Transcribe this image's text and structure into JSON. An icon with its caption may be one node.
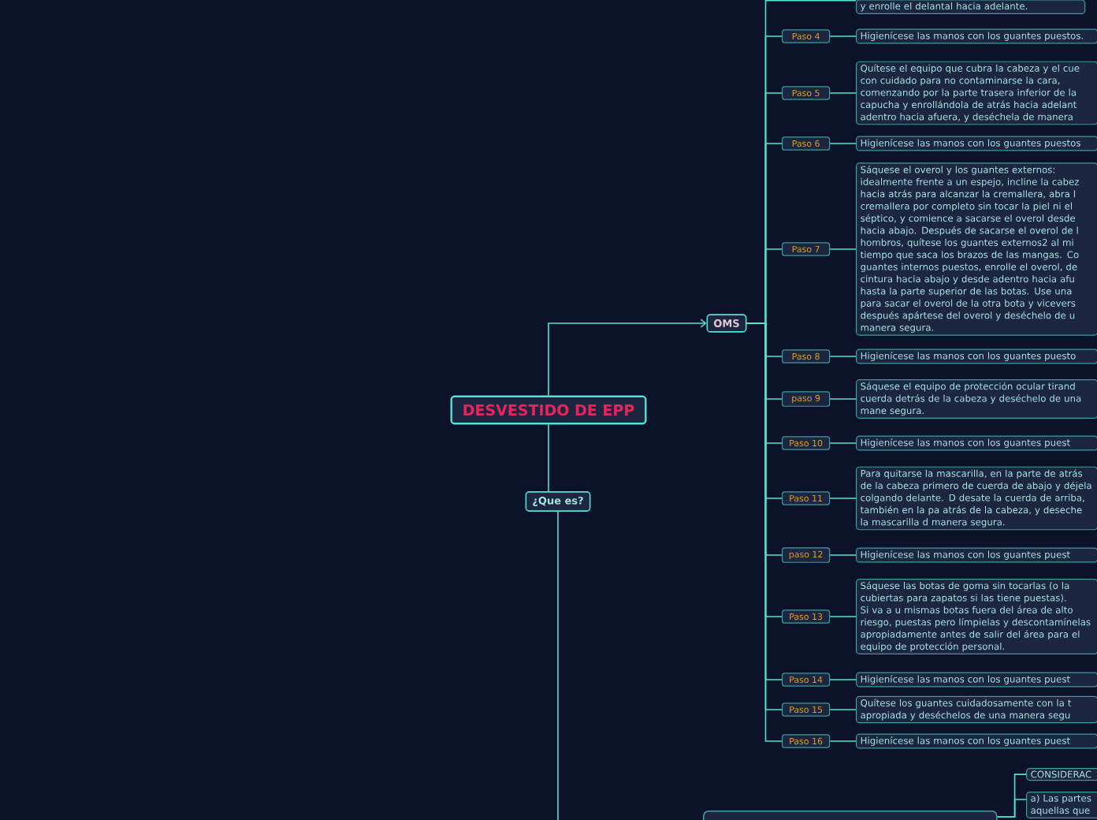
{
  "diagram": {
    "nodes": [
      {
        "text": [
          "DESVESTIDO DE EPP"
        ]
      },
      {
        "text": [
          "OMS"
        ]
      },
      {
        "text": [
          "¿Que es?"
        ]
      },
      {
        "text": [
          "y enrolle el delantal hacia adelante."
        ]
      },
      {
        "text": [
          "Paso 4"
        ]
      },
      {
        "text": [
          "Higienícese las manos con los guantes puestos."
        ]
      },
      {
        "text": [
          "Paso 5"
        ]
      },
      {
        "text": [
          "Quítese el equipo que cubra la cabeza y el cue con cuidado para no contaminarse la cara, comenzando por la parte trasera inferior de la capucha y enrollándola de atrás hacia adelant adentro hacia afuera, y deséchela de manera"
        ]
      },
      {
        "text": [
          "Paso 6"
        ]
      },
      {
        "text": [
          "Higienícese las manos con los guantes puestos"
        ]
      },
      {
        "text": [
          "Paso 7"
        ]
      },
      {
        "text": [
          "Sáquese el overol y los guantes externos: idealmente frente a un espejo, incline la cabez hacia atrás para alcanzar la cremallera, abra l cremallera por completo sin tocar la piel ni el séptico, y comience a sacarse el overol desde hacia abajo. Después de sacarse el overol de l hombros, quítese los guantes externos2 al mi tiempo que saca los brazos de las mangas. Co guantes internos puestos, enrolle el overol, de cintura hacia abajo y desde adentro hacia afu hasta la parte superior de las botas. Use una para sacar el overol de la otra bota y vicevers después apártese del overol y deséchelo de u manera segura."
        ]
      },
      {
        "text": [
          "Paso 8"
        ]
      },
      {
        "text": [
          "Higienícese las manos con los guantes puesto"
        ]
      },
      {
        "text": [
          "paso 9"
        ]
      },
      {
        "text": [
          "Sáquese el equipo de protección ocular tirand cuerda detrás de la cabeza y deséchelo de una mane segura."
        ]
      },
      {
        "text": [
          "Paso 10"
        ]
      },
      {
        "text": [
          "Higienícese las manos con los guantes puest"
        ]
      },
      {
        "text": [
          "Paso 11"
        ]
      },
      {
        "text": [
          "Para quitarse la mascarilla, en la parte de atrás de la cabeza primero de cuerda de abajo y déjela colgando delante. D desate la cuerda de arriba, también en la pa atrás de la cabeza, y deseche la mascarilla d manera segura."
        ]
      },
      {
        "text": [
          "paso 12"
        ]
      },
      {
        "text": [
          "Higienícese las manos con los guantes puest"
        ]
      },
      {
        "text": [
          "Paso 13"
        ]
      },
      {
        "text": [
          "Sáquese las botas de goma sin tocarlas (o la cubiertas para zapatos si las tiene puestas). Si va a u mismas botas fuera del área de alto riesgo, puestas pero límpielas y descontamínelas apropiadamente antes de salir del área para el equipo de protección personal."
        ]
      },
      {
        "text": [
          "Paso 14"
        ]
      },
      {
        "text": [
          "Higienícese las manos con los guantes puest"
        ]
      },
      {
        "text": [
          "Paso 15"
        ]
      },
      {
        "text": [
          "Quítese los guantes cuidadosamente con la t apropiada y deséchelos de una manera segu"
        ]
      },
      {
        "text": [
          "Paso 16"
        ]
      },
      {
        "text": [
          "Higienícese las manos con los guantes puest"
        ]
      },
      {
        "text": [],
        "shape": "box"
      },
      {
        "text": [
          "CONSIDERAC"
        ]
      },
      {
        "text": [
          "a) Las partes aquellas que"
        ]
      }
    ],
    "edges": [
      {
        "from": 0,
        "to": 1,
        "arrow": "to"
      },
      {
        "from": 0,
        "to": 2,
        "arrow": "none"
      },
      {
        "from": 2,
        "to": null,
        "arrow": "none"
      },
      {
        "from": 1,
        "to": 3,
        "arrow": "none"
      },
      {
        "from": 1,
        "to": 4,
        "arrow": "none"
      },
      {
        "from": 4,
        "to": 5,
        "arrow": "none"
      },
      {
        "from": 1,
        "to": 6,
        "arrow": "none"
      },
      {
        "from": 6,
        "to": 7,
        "arrow": "none"
      },
      {
        "from": 1,
        "to": 8,
        "arrow": "none"
      },
      {
        "from": 8,
        "to": 9,
        "arrow": "none"
      },
      {
        "from": 1,
        "to": 10,
        "arrow": "none"
      },
      {
        "from": 10,
        "to": 11,
        "arrow": "none"
      },
      {
        "from": 1,
        "to": 12,
        "arrow": "none"
      },
      {
        "from": 12,
        "to": 13,
        "arrow": "none"
      },
      {
        "from": 1,
        "to": 14,
        "arrow": "none"
      },
      {
        "from": 14,
        "to": 15,
        "arrow": "none"
      },
      {
        "from": 1,
        "to": 16,
        "arrow": "none"
      },
      {
        "from": 16,
        "to": 17,
        "arrow": "none"
      },
      {
        "from": 1,
        "to": 18,
        "arrow": "none"
      },
      {
        "from": 18,
        "to": 19,
        "arrow": "none"
      },
      {
        "from": 1,
        "to": 20,
        "arrow": "none"
      },
      {
        "from": 20,
        "to": 21,
        "arrow": "none"
      },
      {
        "from": 1,
        "to": 22,
        "arrow": "none"
      },
      {
        "from": 22,
        "to": 23,
        "arrow": "none"
      },
      {
        "from": 1,
        "to": 24,
        "arrow": "none"
      },
      {
        "from": 24,
        "to": 25,
        "arrow": "none"
      },
      {
        "from": 1,
        "to": 26,
        "arrow": "none"
      },
      {
        "from": 26,
        "to": 27,
        "arrow": "none"
      },
      {
        "from": 1,
        "to": 28,
        "arrow": "none"
      },
      {
        "from": 28,
        "to": 29,
        "arrow": "none"
      },
      {
        "from": 30,
        "to": 31,
        "arrow": "none"
      },
      {
        "from": 30,
        "to": 32,
        "arrow": "none"
      }
    ]
  }
}
